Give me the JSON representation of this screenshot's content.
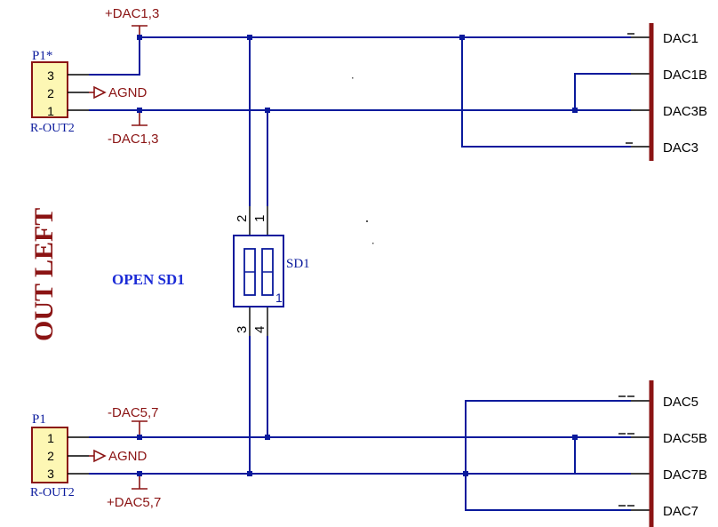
{
  "colors": {
    "wire": "#0a1a9c",
    "power": "#8b1414",
    "connector_fill": "#fdf7b4",
    "annotation": "#1a2ad6"
  },
  "connectors": {
    "top": {
      "designator": "P1*",
      "comment": "R-OUT2",
      "pins": [
        "3",
        "2",
        "1"
      ]
    },
    "bottom": {
      "designator": "P1",
      "comment": "R-OUT2",
      "pins": [
        "1",
        "2",
        "3"
      ]
    }
  },
  "power_ports": {
    "top_pos": "+DAC1,3",
    "top_neg": "-DAC1,3",
    "top_gnd": "AGND",
    "bottom_neg": "-DAC5,7",
    "bottom_pos": "+DAC5,7",
    "bottom_gnd": "AGND"
  },
  "switch": {
    "designator": "SD1",
    "pin_top_left": "2",
    "pin_top_right": "1",
    "pin_bottom_left": "3",
    "pin_bottom_right": "4",
    "lever_mark": "1"
  },
  "annotations": {
    "side_title": "OUT LEFT",
    "switch_note": "OPEN SD1"
  },
  "nets": {
    "top": [
      "DAC1",
      "DAC1B",
      "DAC3B",
      "DAC3"
    ],
    "bottom": [
      "DAC5",
      "DAC5B",
      "DAC7B",
      "DAC7"
    ]
  }
}
